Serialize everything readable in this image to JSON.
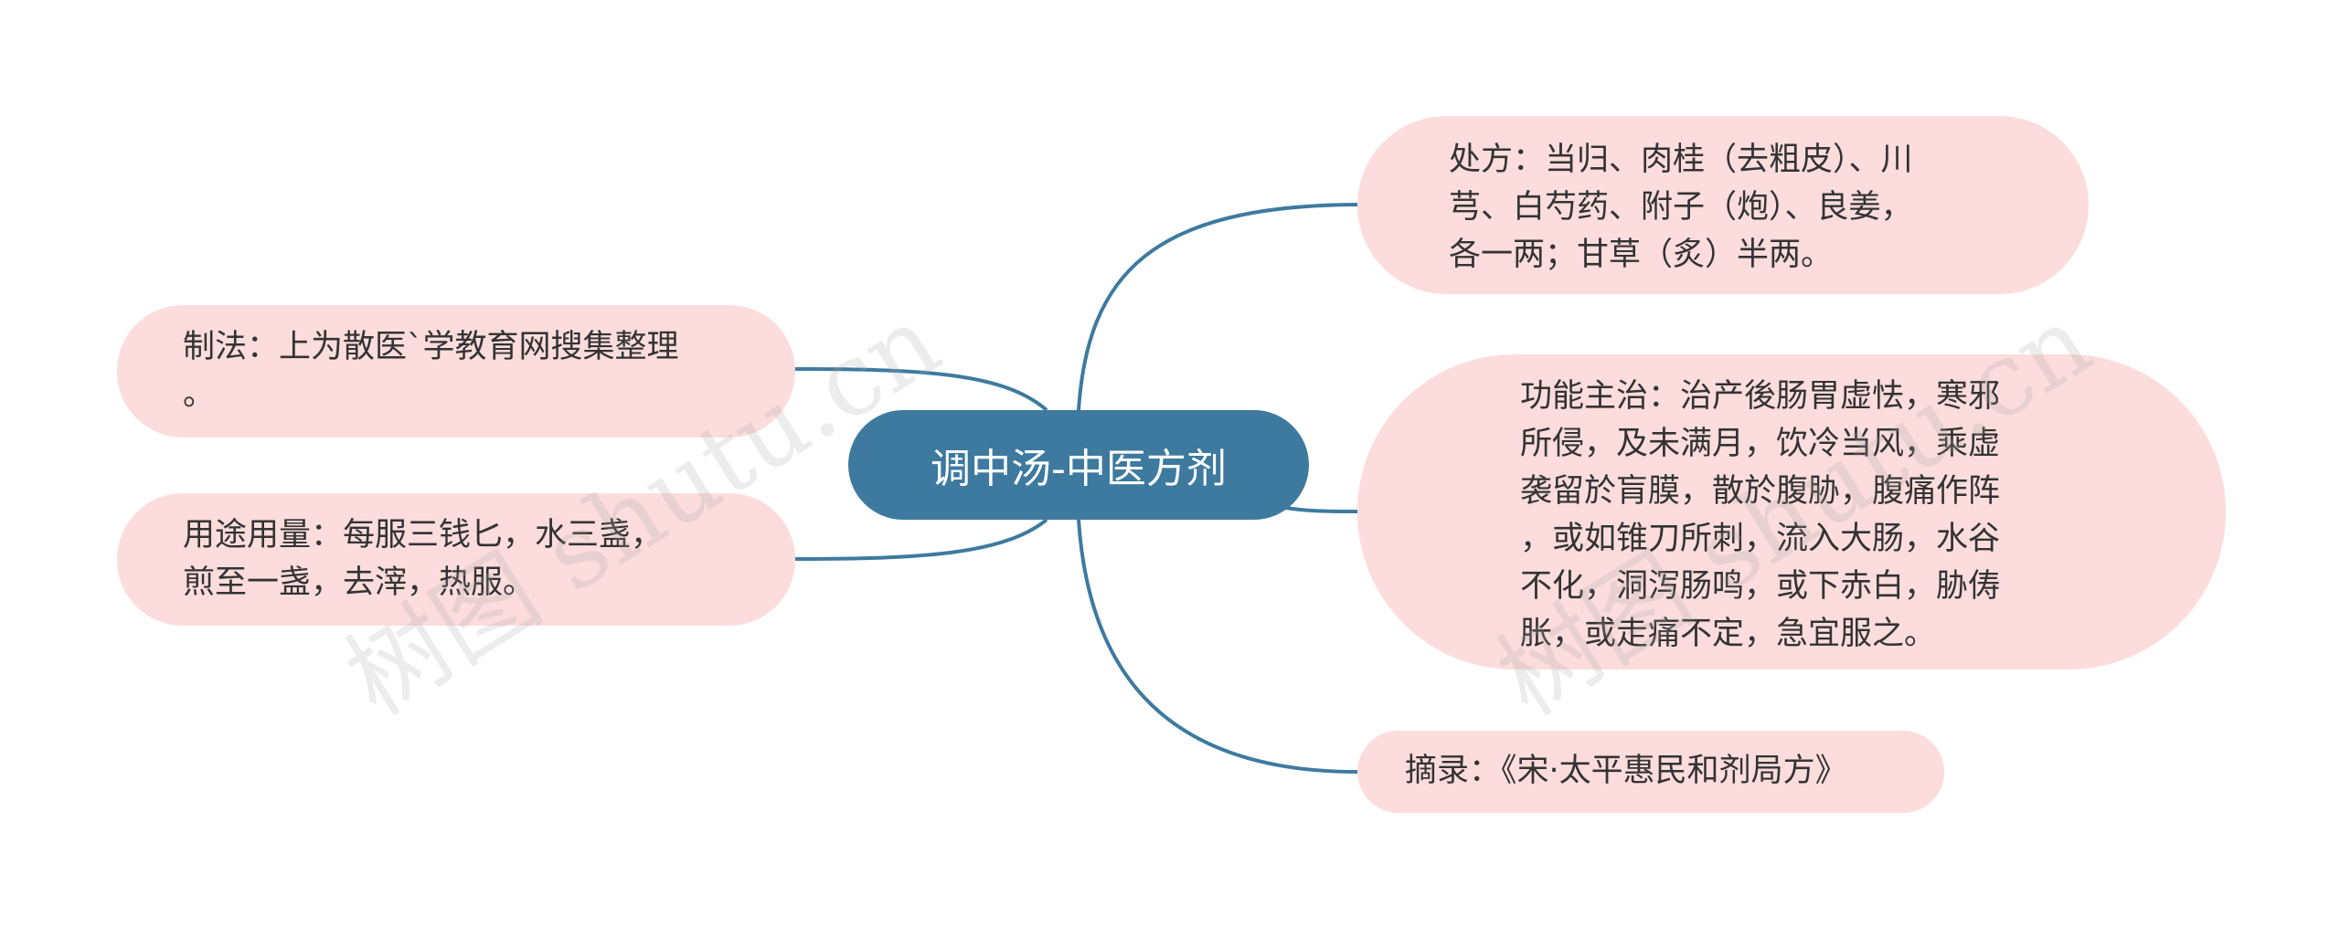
{
  "root": {
    "label": "调中汤-中医方剂"
  },
  "branches": {
    "chufang": {
      "lines": [
        "处方：当归、肉桂（去粗皮）、川",
        "芎、白芍药、附子（炮）、良姜，",
        "各一两；甘草（炙）半两。"
      ]
    },
    "gongneng": {
      "lines": [
        "功能主治：治产後肠胃虚怯，寒邪",
        "所侵，及未满月，饮冷当风，乘虚",
        "袭留於肓膜，散於腹胁，腹痛作阵",
        "，或如锥刀所刺，流入大肠，水谷",
        "不化，洞泻肠鸣，或下赤白，胁俦",
        "胀，或走痛不定，急宜服之。"
      ]
    },
    "zhailu": {
      "lines": [
        "摘录：《宋·太平惠民和剂局方》"
      ]
    },
    "zhifa": {
      "lines": [
        "制法：上为散医`学教育网搜集整理",
        "。"
      ]
    },
    "yongtu": {
      "lines": [
        "用途用量：每服三钱匕，水三盏，",
        "煎至一盏，去滓，热服。"
      ]
    }
  },
  "watermarks": [
    "树图 shutu.cn",
    "树图 shutu.cn"
  ],
  "colors": {
    "root_fill": "#3e7a9f",
    "node_fill": "#fcdcdc",
    "connector": "#3e7a9f",
    "text": "#333333"
  }
}
